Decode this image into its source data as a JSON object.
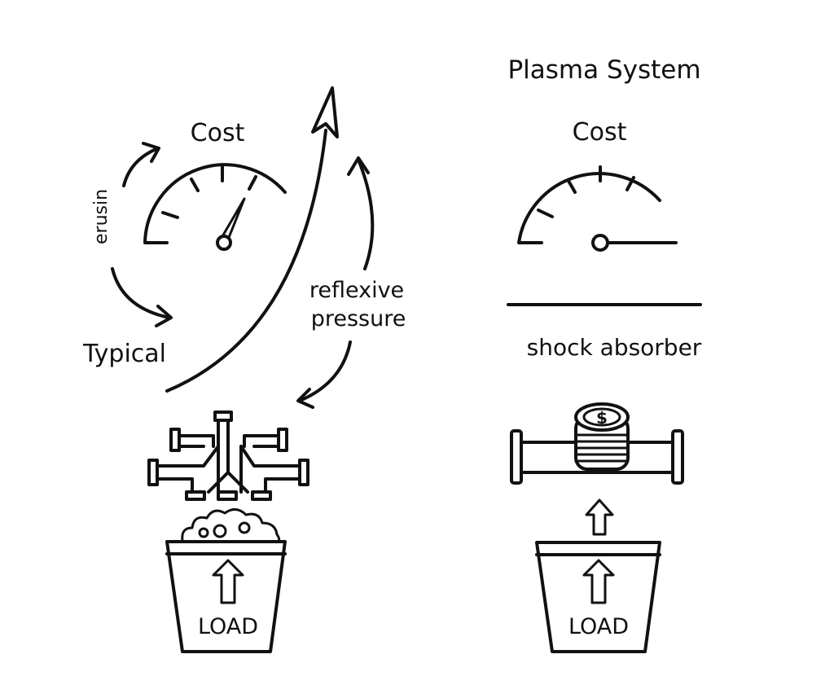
{
  "left": {
    "gauge_label": "Cost",
    "side_label": "erusin",
    "bottom_label": "Typical",
    "arrow_label_line1": "reflexive",
    "arrow_label_line2": "pressure",
    "load_label": "LOAD"
  },
  "right": {
    "title": "Plasma System",
    "gauge_label": "Cost",
    "absorber_label": "shock absorber",
    "coin_symbol": "$",
    "load_label": "LOAD"
  }
}
